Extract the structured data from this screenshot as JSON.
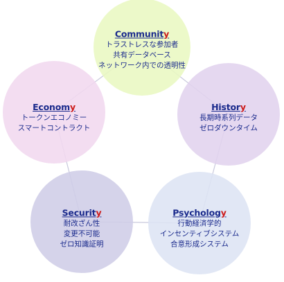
{
  "nodes": [
    {
      "id": "community",
      "title": "Community",
      "color": "#e9f8c2",
      "lines": [
        "トラストレスな参加者",
        "共有データベース",
        "ネットワーク内での透明性"
      ]
    },
    {
      "id": "economy",
      "title": "Economy",
      "color": "#f1d8ef",
      "lines": [
        "トークンエコノミー",
        "スマートコントラクト"
      ]
    },
    {
      "id": "history",
      "title": "History",
      "color": "#e1d3ee",
      "lines": [
        "長期時系列データ",
        "ゼロダウンタイム"
      ]
    },
    {
      "id": "security",
      "title": "Security",
      "color": "#cfcde7",
      "lines": [
        "耐改ざん性",
        "変更不可能",
        "ゼロ知識証明"
      ]
    },
    {
      "id": "psychology",
      "title": "Psychology",
      "color": "#dde4f4",
      "lines": [
        "行動経済学的",
        "インセンティブシステム",
        "合意形成システム"
      ]
    }
  ],
  "colors": {
    "title_text": "#1a2a8c",
    "title_last_letter": "#cc1a1a",
    "body_text": "#1a2a8c",
    "connector": "#c8c8dc"
  }
}
